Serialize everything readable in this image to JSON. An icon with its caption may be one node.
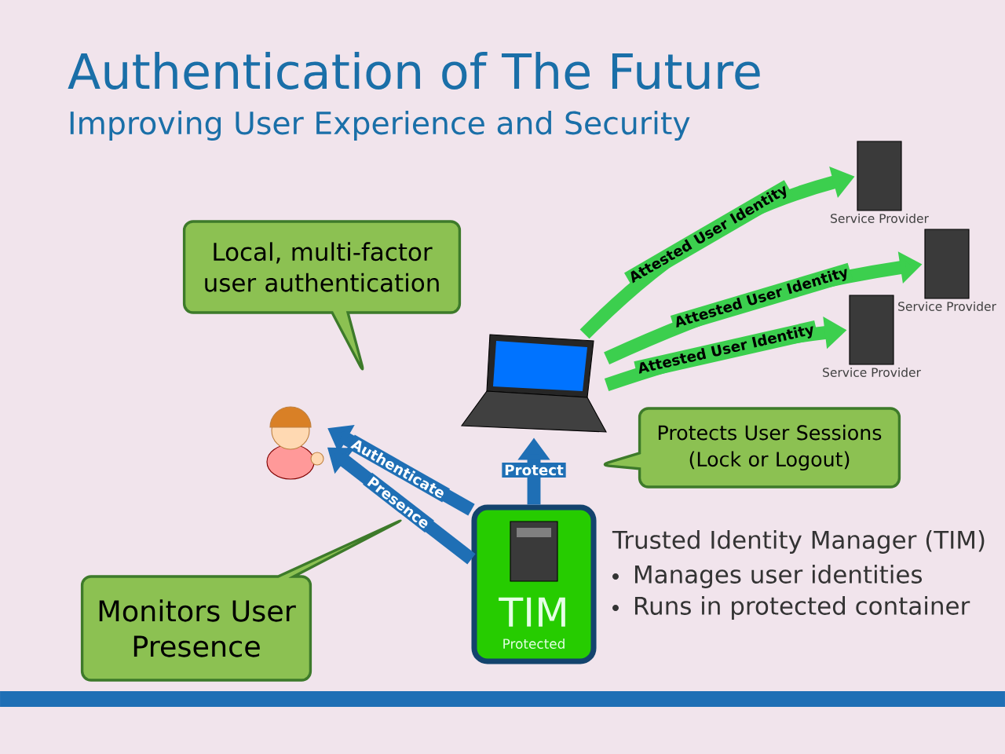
{
  "diagram": {
    "title": "Authentication of The Future",
    "nodes": [
      {
        "text": [],
        "shape": "person"
      },
      {
        "text": [],
        "shape": "picture"
      },
      {
        "text": [
          "Service Provider"
        ]
      },
      {
        "text": [
          "Service Provider"
        ]
      },
      {
        "text": [
          "Service Provider"
        ]
      },
      {
        "text": [
          "TIM",
          "Protected"
        ]
      },
      {
        "text": [
          "Local, multi-factor user authentication"
        ]
      },
      {
        "text": [
          "Protects User Sessions (Lock or Logout)"
        ]
      },
      {
        "text": [
          "Monitors User Presence"
        ]
      }
    ],
    "edges": [
      {
        "from": 1,
        "to": 2,
        "arrow": "to",
        "label": "Attested User Identity",
        "color": "#3ccf4e"
      },
      {
        "from": 1,
        "to": 3,
        "arrow": "to",
        "label": "Attested User Identity",
        "color": "#3ccf4e"
      },
      {
        "from": 1,
        "to": 4,
        "arrow": "to",
        "label": "Attested User Identity",
        "color": "#3ccf4e"
      },
      {
        "from": 5,
        "to": 1,
        "arrow": "to",
        "label": "Protect",
        "color": "#1f6fb5"
      },
      {
        "from": 5,
        "to": 0,
        "arrow": "to",
        "label": "Authenticate",
        "color": "#1f6fb5"
      },
      {
        "from": 5,
        "to": 0,
        "arrow": "to",
        "label": "Presence",
        "color": "#1f6fb5"
      }
    ],
    "labels": [
      "Improving User Experience and Security",
      "Trusted Identity Manager (TIM)",
      "Manages user identities",
      "Runs in protected container"
    ]
  }
}
